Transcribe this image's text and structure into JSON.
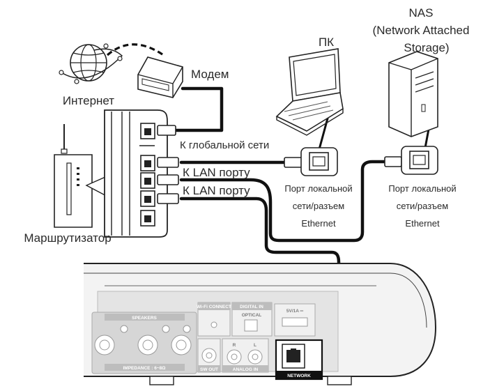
{
  "labels": {
    "internet": "Интернет",
    "modem": "Модем",
    "router": "Маршрутизатор",
    "wan_port": "К глобальной сети",
    "lan_port_1": "К LAN порту",
    "lan_port_2": "К LAN порту",
    "pc": "ПК",
    "nas_line1": "NAS",
    "nas_line2": "(Network Attached",
    "nas_line3": "Storage)",
    "pc_port_line1": "Порт локальной",
    "pc_port_line2": "сети/разъем",
    "pc_port_line3": "Ethernet",
    "nas_port_line1": "Порт локальной",
    "nas_port_line2": "сети/разъем",
    "nas_port_line3": "Ethernet"
  },
  "device_panel": {
    "speakers": "SPEAKERS",
    "impedance": "IMPEDANCE : 6~8Ω",
    "wifi_connect": "Wi-Fi CONNECT",
    "digital_in": "DIGITAL   IN",
    "optical": "OPTICAL",
    "usb": "5V/1A ═",
    "sw_out": "SW OUT",
    "analog_in": "ANALOG IN",
    "analog_r": "R",
    "analog_l": "L",
    "network": "NETWORK"
  }
}
